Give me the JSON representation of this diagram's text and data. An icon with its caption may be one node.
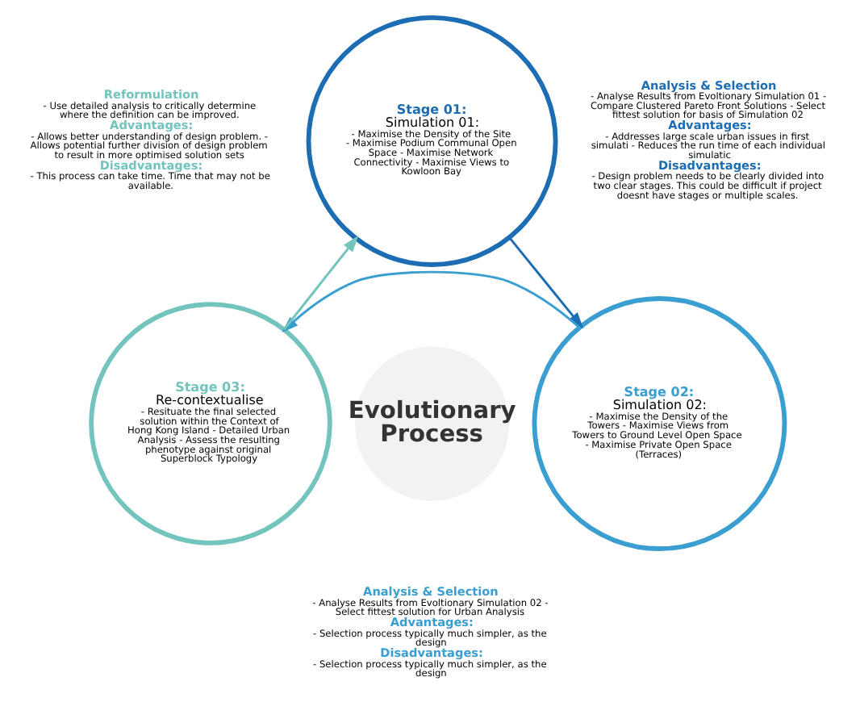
{
  "diagram": {
    "nodes": [
      {
        "text": [
          "Stage 01:",
          "Simulation 01:",
          "- Maximise the Density of the Site - Maximise Podium Communal Open Space - Maximise Network Connectivity - Maximise Views to Kowloon Bay"
        ]
      },
      {
        "text": [
          "Analysis & Selection",
          "- Analyse Results from Evoltionary Simulation 01 - Compare Clustered Pareto Front Solutions - Select fittest solution for basis of Simulation 02",
          "Advantages:",
          "- Addresses large scale urban issues in first simulati - Reduces the run time of each individual simulatic",
          "Disadvantages:",
          "- Design problem needs to be clearly divided into two clear stages. This could be difficult if project doesnt have stages or multiple scales."
        ]
      },
      {
        "text": [
          "Stage 02:",
          "Simulation 02:",
          "- Maximise the Density of the Towers - Maximise Views from Towers to Ground Level Open Space - Maximise Private Open Space (Terraces)"
        ]
      },
      {
        "text": [
          "Analysis & Selection",
          "- Analyse Results from Evoltionary Simulation 02 - Select fittest solution for Urban Analysis",
          "Advantages:",
          "- Selection process typically much simpler, as the design",
          "Disadvantages:",
          "- Selection process typically much simpler, as the design"
        ]
      },
      {
        "text": [
          "Stage 03:",
          "Re-contextualise",
          "- Resituate the final selected solution within the Context of Hong Kong Island - Detailed Urban Analysis - Assess the resulting phenotype against original Superblock Typology"
        ]
      },
      {
        "text": [
          "Reformulation",
          "- Use detailed analysis to critically determine where the definition can be improved.",
          "Advantages:",
          "- Allows better understanding of design problem. - Allows potential further division of design problem to result in more optimised solution sets",
          "Disadvantages:",
          "- This process can take time. Time that may not be available."
        ]
      },
      {
        "text": [
          "Evolutionary Process"
        ]
      }
    ],
    "edges": [
      {
        "from": 0,
        "to": 2,
        "arrow": "to",
        "color": "#1c6db3"
      },
      {
        "from": 2,
        "to": 4,
        "arrow": "to",
        "color": "#3a9fd0"
      },
      {
        "from": 4,
        "to": 0,
        "arrow": "to",
        "color": "#72c4bd"
      }
    ]
  }
}
